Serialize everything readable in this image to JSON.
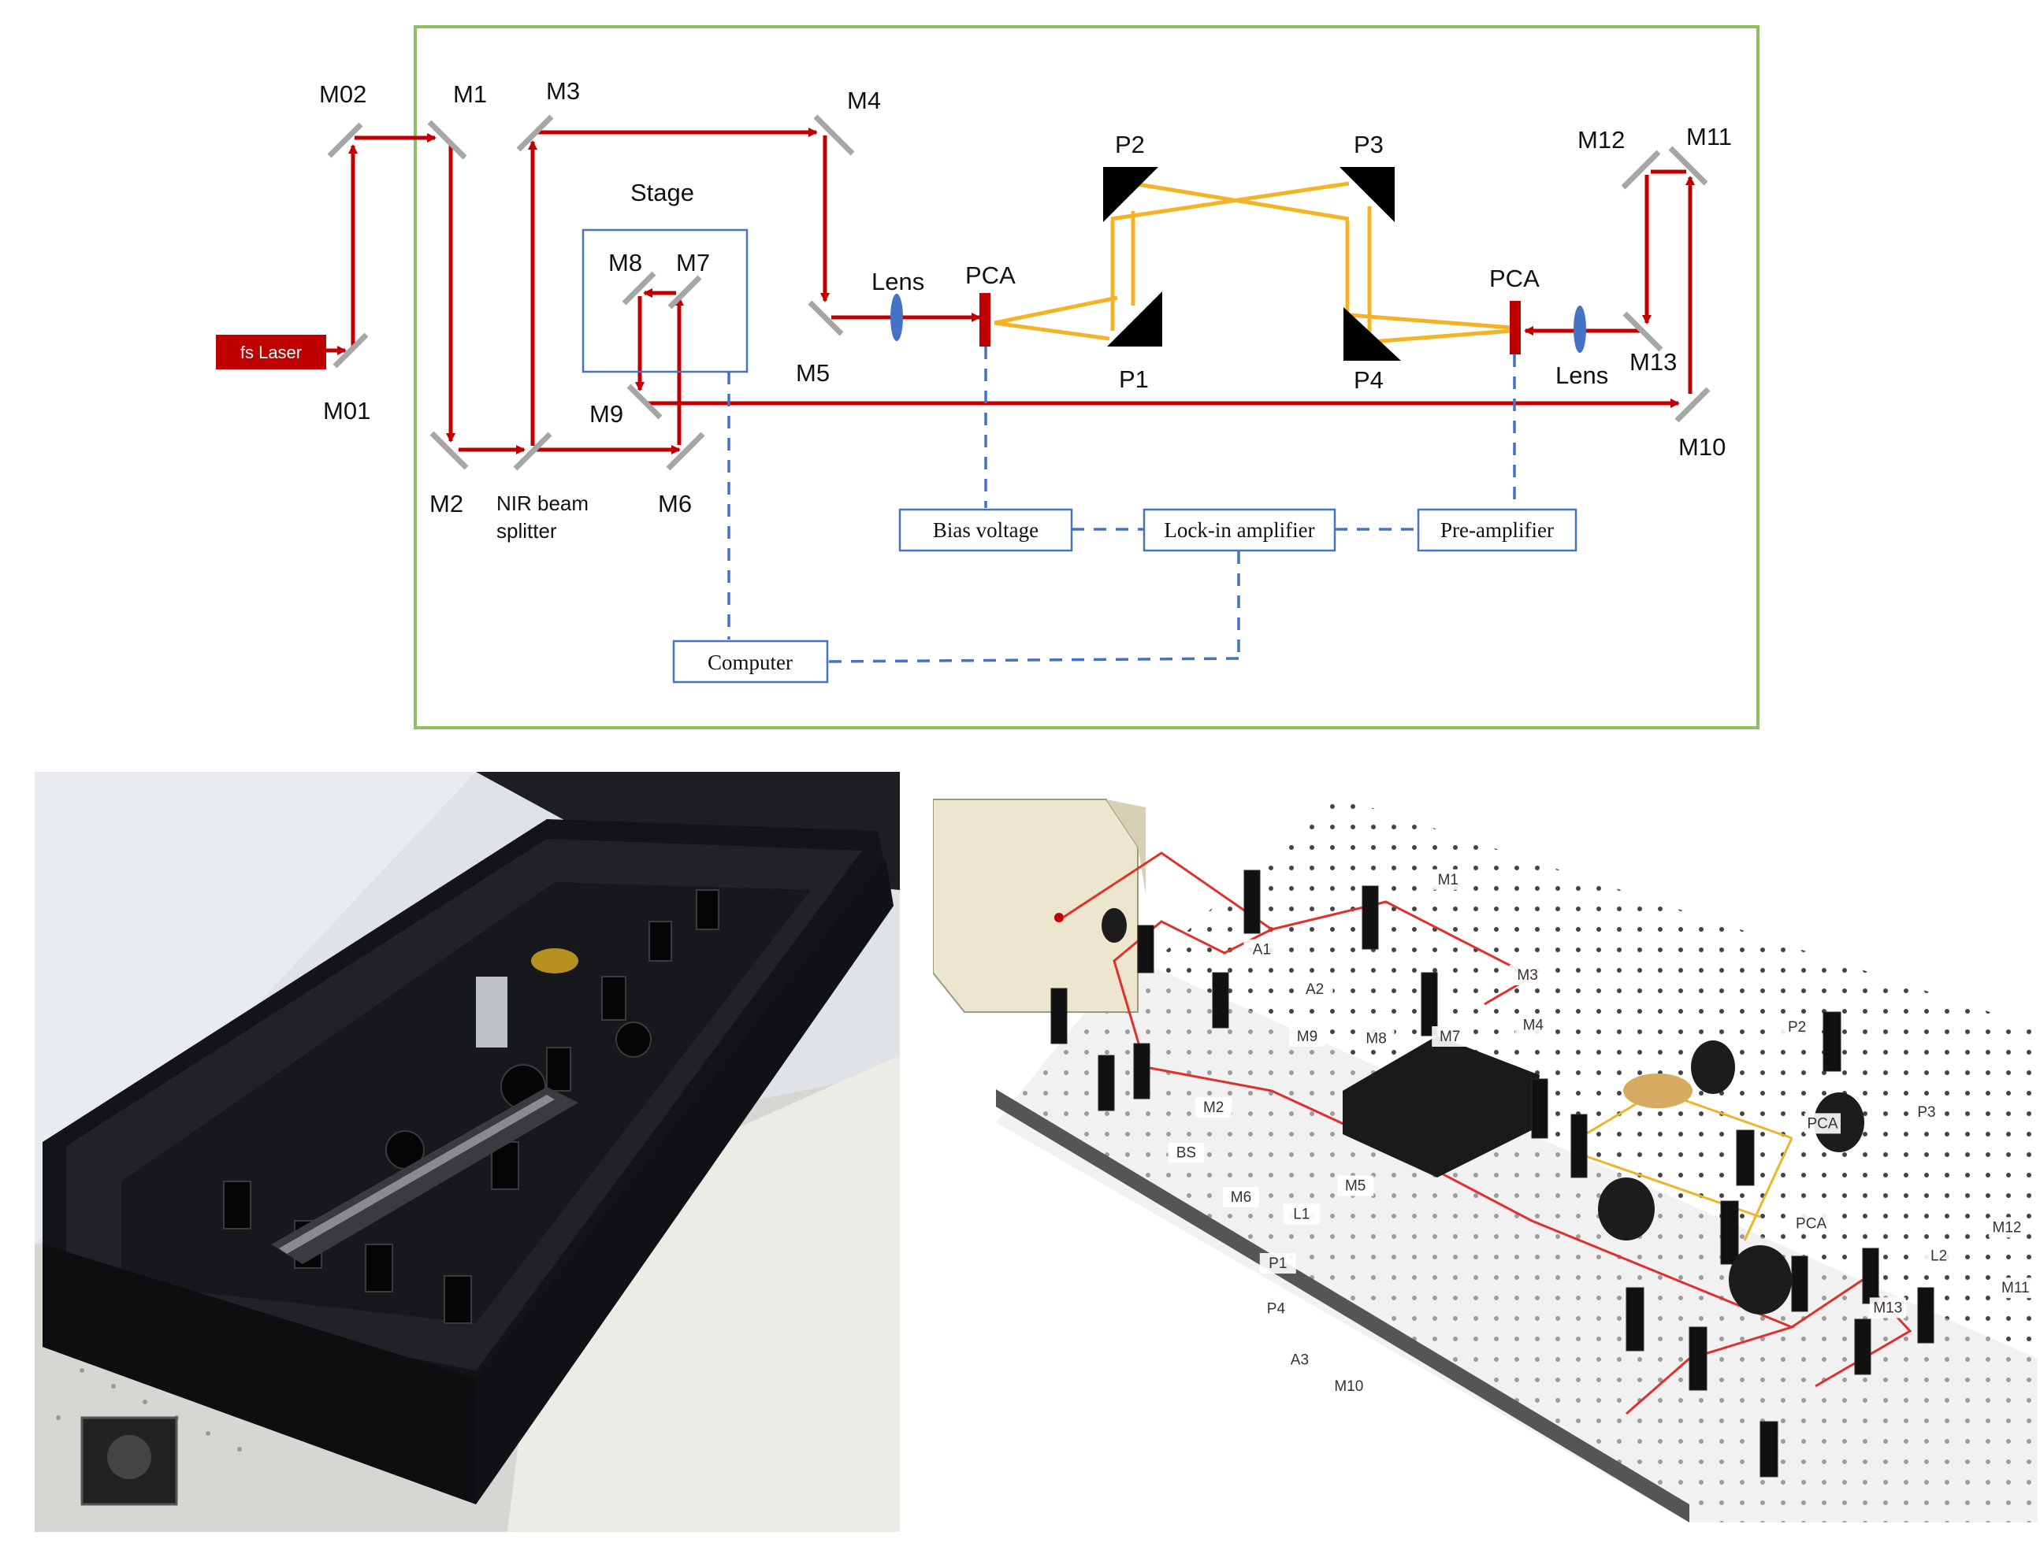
{
  "schematic": {
    "colors": {
      "frame": "#8cc063",
      "beam_nir": "#c00000",
      "beam_thz": "#f4b324",
      "signal": "#4472c4",
      "mirror": "#a6a6a6",
      "lens": "#4472c4",
      "pca": "#c00000",
      "prism": "#000000"
    },
    "laser": {
      "label": "fs Laser"
    },
    "mirrors": [
      "M02",
      "M01",
      "M1",
      "M2",
      "M3",
      "M4",
      "M5",
      "M6",
      "M7",
      "M8",
      "M9",
      "M10",
      "M11",
      "M12",
      "M13"
    ],
    "beam_splitter_label_line1": "NIR beam",
    "beam_splitter_label_line2": "splitter",
    "stage_label": "Stage",
    "lens_label": "Lens",
    "pca_label": "PCA",
    "parabolic_mirrors": [
      "P1",
      "P2",
      "P3",
      "P4"
    ],
    "boxes": {
      "bias": "Bias voltage",
      "lockin": "Lock-in amplifier",
      "preamp": "Pre-amplifier",
      "computer": "Computer"
    }
  },
  "photo": {
    "icons": [
      "enclosure-icon",
      "optical-breadboard-icon",
      "linear-stage-icon",
      "mirror-mount-icon"
    ]
  },
  "render3d": {
    "labels": [
      "M1",
      "M3",
      "A1",
      "A2",
      "M4",
      "M9",
      "M8",
      "M7",
      "M2",
      "P2",
      "PCA",
      "BS",
      "P3",
      "M6",
      "M5",
      "L1",
      "PCA",
      "M12",
      "L2",
      "P1",
      "M11",
      "P4",
      "M13",
      "A3",
      "M10"
    ]
  }
}
